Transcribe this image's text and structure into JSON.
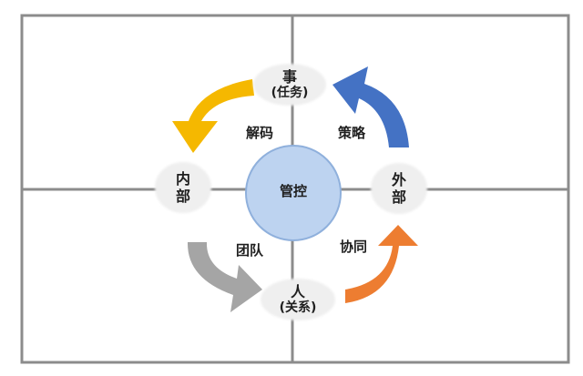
{
  "diagram": {
    "center": {
      "label": "管控"
    },
    "nodes": {
      "top": {
        "title": "事",
        "subtitle": "(任务)"
      },
      "bottom": {
        "title": "人",
        "subtitle": "(关系)"
      },
      "left": {
        "line1": "内",
        "line2": "部"
      },
      "right": {
        "line1": "外",
        "line2": "部"
      }
    },
    "arrows": {
      "top_left": {
        "label": "解码",
        "color": "#F5B800"
      },
      "top_right": {
        "label": "策略",
        "color": "#4472C4"
      },
      "bottom_left": {
        "label": "团队",
        "color": "#A5A5A5"
      },
      "bottom_right": {
        "label": "协同",
        "color": "#ED7D31"
      }
    },
    "colors": {
      "grid": "#8C8C8C",
      "center_fill": "#BDD3F0",
      "center_stroke": "#8FB0DC",
      "node_fill": "#EFEFEF"
    }
  }
}
